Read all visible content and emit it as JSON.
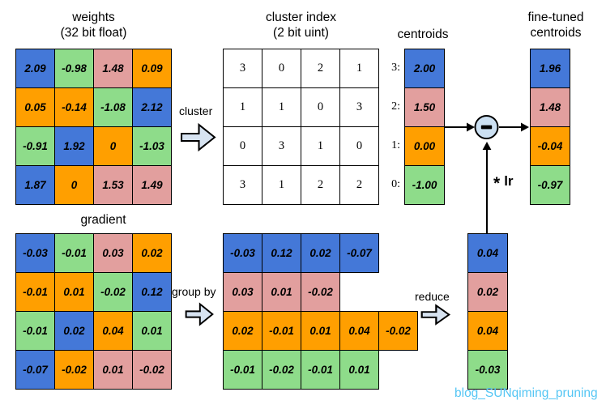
{
  "colors": {
    "blue": "#4478D8",
    "green": "#8EDC8A",
    "pink": "#E29F9E",
    "orange": "#FF9F00",
    "arrow_fill": "#D7E3F1",
    "circle_fill": "#CCE0F2",
    "watermark_color": "#55C6F4"
  },
  "headers": {
    "weights_line1": "weights",
    "weights_line2": "(32 bit float)",
    "cluster_line1": "cluster index",
    "cluster_line2": "(2 bit uint)",
    "centroids": "centroids",
    "finetuned_line1": "fine-tuned",
    "finetuned_line2": "centroids",
    "gradient": "gradient"
  },
  "ops": {
    "cluster": "cluster",
    "group_by": "group by",
    "reduce": "reduce",
    "minus": "−",
    "multiply": "*",
    "lr": "lr"
  },
  "weights": {
    "values": [
      [
        "2.09",
        "-0.98",
        "1.48",
        "0.09"
      ],
      [
        "0.05",
        "-0.14",
        "-1.08",
        "2.12"
      ],
      [
        "-0.91",
        "1.92",
        "0",
        "-1.03"
      ],
      [
        "1.87",
        "0",
        "1.53",
        "1.49"
      ]
    ],
    "colors": [
      [
        "blue",
        "green",
        "pink",
        "orange"
      ],
      [
        "orange",
        "orange",
        "green",
        "blue"
      ],
      [
        "green",
        "blue",
        "orange",
        "green"
      ],
      [
        "blue",
        "orange",
        "pink",
        "pink"
      ]
    ]
  },
  "cluster_index": {
    "values": [
      [
        "3",
        "0",
        "2",
        "1"
      ],
      [
        "1",
        "1",
        "0",
        "3"
      ],
      [
        "0",
        "3",
        "1",
        "0"
      ],
      [
        "3",
        "1",
        "2",
        "2"
      ]
    ]
  },
  "centroids": {
    "rows": [
      {
        "label": "3:",
        "value": "2.00",
        "color": "blue"
      },
      {
        "label": "2:",
        "value": "1.50",
        "color": "pink"
      },
      {
        "label": "1:",
        "value": "0.00",
        "color": "orange"
      },
      {
        "label": "0:",
        "value": "-1.00",
        "color": "green"
      }
    ]
  },
  "fine_tuned_centroids": {
    "rows": [
      {
        "value": "1.96",
        "color": "blue"
      },
      {
        "value": "1.48",
        "color": "pink"
      },
      {
        "value": "-0.04",
        "color": "orange"
      },
      {
        "value": "-0.97",
        "color": "green"
      }
    ]
  },
  "gradient": {
    "values": [
      [
        "-0.03",
        "-0.01",
        "0.03",
        "0.02"
      ],
      [
        "-0.01",
        "0.01",
        "-0.02",
        "0.12"
      ],
      [
        "-0.01",
        "0.02",
        "0.04",
        "0.01"
      ],
      [
        "-0.07",
        "-0.02",
        "0.01",
        "-0.02"
      ]
    ],
    "colors": [
      [
        "blue",
        "green",
        "pink",
        "orange"
      ],
      [
        "orange",
        "orange",
        "green",
        "blue"
      ],
      [
        "green",
        "blue",
        "orange",
        "green"
      ],
      [
        "blue",
        "orange",
        "pink",
        "pink"
      ]
    ]
  },
  "grouped_gradient": {
    "rows": [
      {
        "color": "blue",
        "values": [
          "-0.03",
          "0.12",
          "0.02",
          "-0.07"
        ]
      },
      {
        "color": "pink",
        "values": [
          "0.03",
          "0.01",
          "-0.02"
        ]
      },
      {
        "color": "orange",
        "values": [
          "0.02",
          "-0.01",
          "0.01",
          "0.04",
          "-0.02"
        ]
      },
      {
        "color": "green",
        "values": [
          "-0.01",
          "-0.02",
          "-0.01",
          "0.01"
        ]
      }
    ]
  },
  "reduced_gradient": {
    "rows": [
      {
        "value": "0.04",
        "color": "blue"
      },
      {
        "value": "0.02",
        "color": "pink"
      },
      {
        "value": "0.04",
        "color": "orange"
      },
      {
        "value": "-0.03",
        "color": "green"
      }
    ]
  },
  "watermark": "blog_SUNqiming_pruning"
}
